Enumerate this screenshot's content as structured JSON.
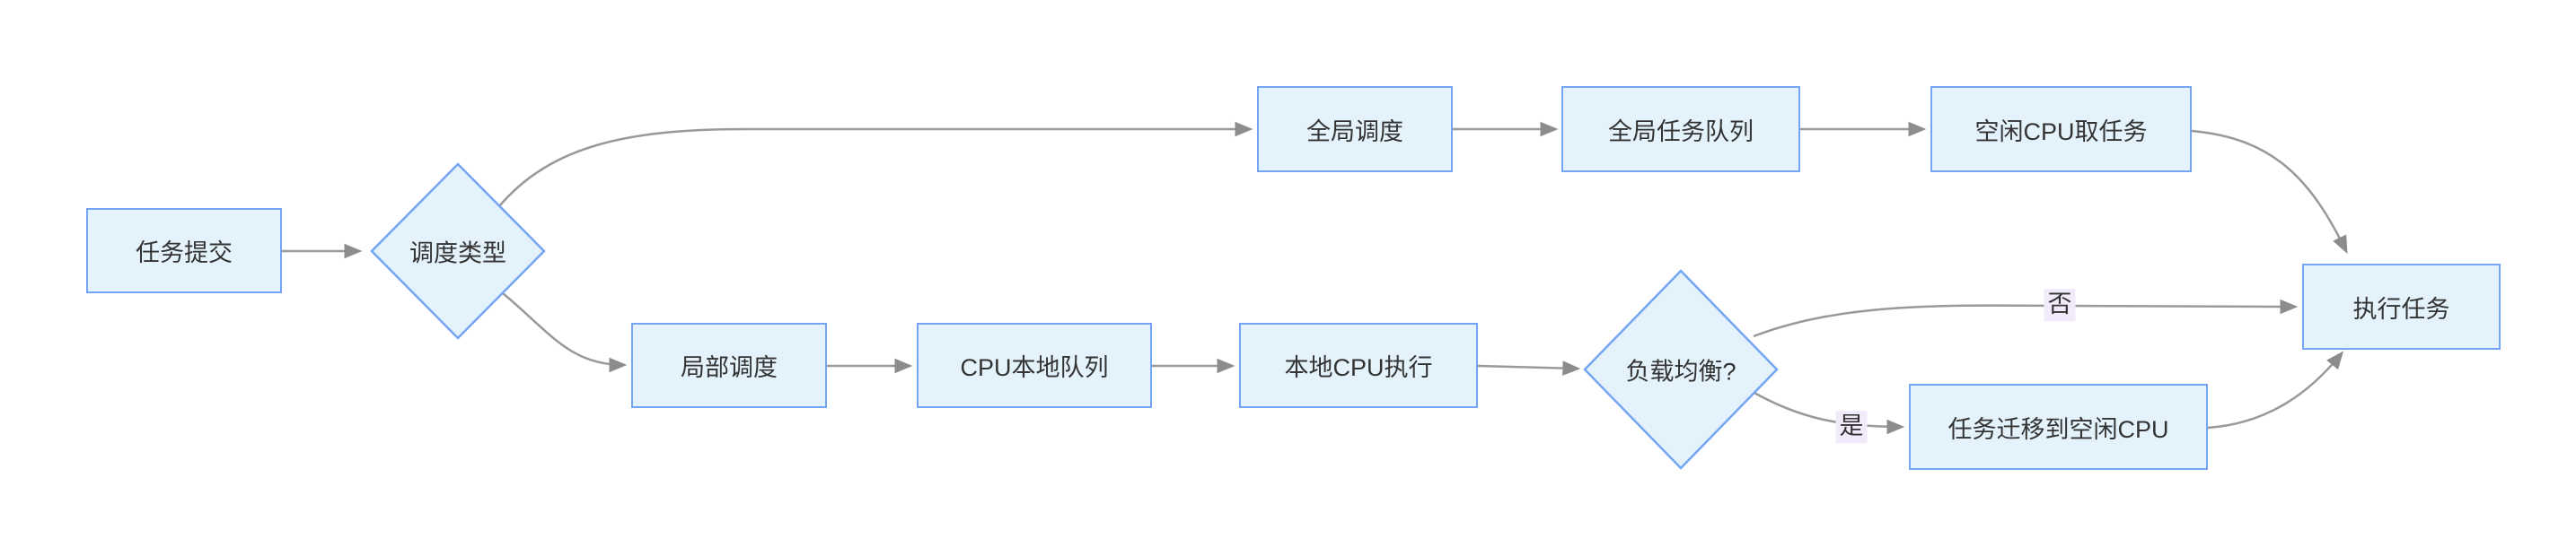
{
  "diagram": {
    "type": "flowchart",
    "direction": "left-to-right",
    "nodes": [
      {
        "id": "task-submit",
        "shape": "rect",
        "label": "任务提交"
      },
      {
        "id": "sched-type",
        "shape": "diamond",
        "label": "调度类型"
      },
      {
        "id": "global-sched",
        "shape": "rect",
        "label": "全局调度"
      },
      {
        "id": "global-queue",
        "shape": "rect",
        "label": "全局任务队列"
      },
      {
        "id": "idle-cpu-take",
        "shape": "rect",
        "label": "空闲CPU取任务"
      },
      {
        "id": "local-sched",
        "shape": "rect",
        "label": "局部调度"
      },
      {
        "id": "cpu-local-queue",
        "shape": "rect",
        "label": "CPU本地队列"
      },
      {
        "id": "local-cpu-exec",
        "shape": "rect",
        "label": "本地CPU执行"
      },
      {
        "id": "load-balance",
        "shape": "diamond",
        "label": "负载均衡?"
      },
      {
        "id": "migrate",
        "shape": "rect",
        "label": "任务迁移到空闲CPU"
      },
      {
        "id": "execute",
        "shape": "rect",
        "label": "执行任务"
      }
    ],
    "edges": [
      {
        "from": "task-submit",
        "to": "sched-type",
        "label": ""
      },
      {
        "from": "sched-type",
        "to": "global-sched",
        "label": ""
      },
      {
        "from": "global-sched",
        "to": "global-queue",
        "label": ""
      },
      {
        "from": "global-queue",
        "to": "idle-cpu-take",
        "label": ""
      },
      {
        "from": "idle-cpu-take",
        "to": "execute",
        "label": ""
      },
      {
        "from": "sched-type",
        "to": "local-sched",
        "label": ""
      },
      {
        "from": "local-sched",
        "to": "cpu-local-queue",
        "label": ""
      },
      {
        "from": "cpu-local-queue",
        "to": "local-cpu-exec",
        "label": ""
      },
      {
        "from": "local-cpu-exec",
        "to": "load-balance",
        "label": ""
      },
      {
        "from": "load-balance",
        "to": "execute",
        "label": "否"
      },
      {
        "from": "load-balance",
        "to": "migrate",
        "label": "是"
      },
      {
        "from": "migrate",
        "to": "execute",
        "label": ""
      }
    ],
    "colors": {
      "node_fill": "#E4F2FC",
      "node_border": "#74A4F4",
      "edge_line": "#999999",
      "arrowhead": "#8C8C8C",
      "text": "#333333",
      "edge_label_bg": "#F0EAFB",
      "background": "#FFFFFF"
    }
  }
}
